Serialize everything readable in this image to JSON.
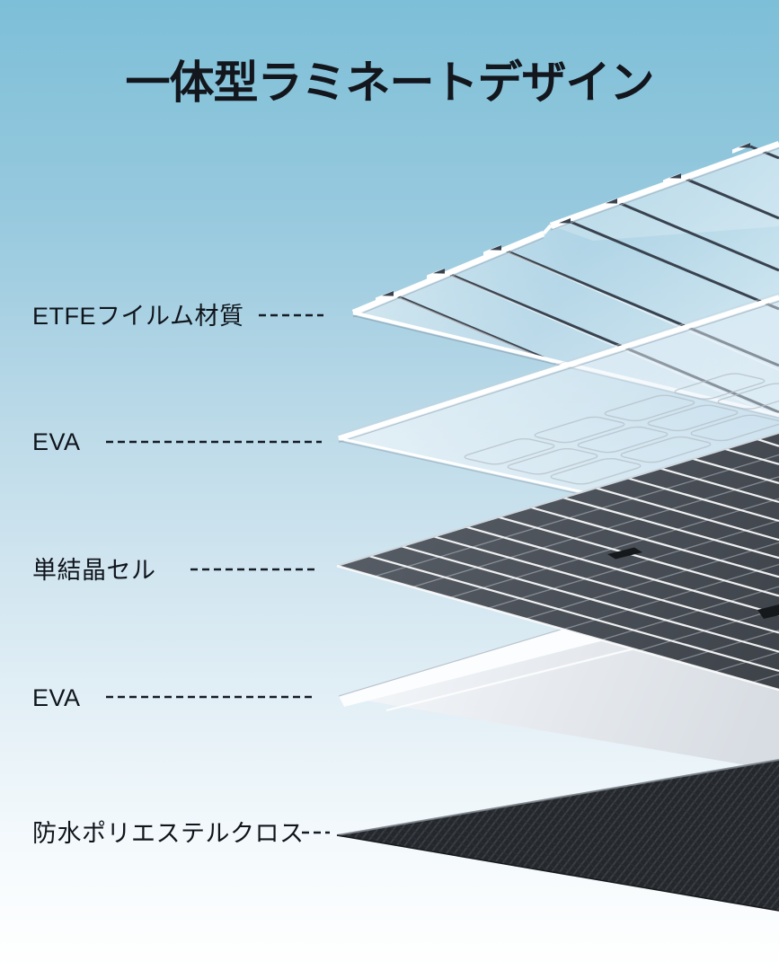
{
  "title": "一体型ラミネートデザイン",
  "diagram": {
    "type": "layer-stack-exploded-view",
    "layer_count": 5,
    "order": "top-to-bottom"
  },
  "layers": [
    {
      "name": "etfe-film",
      "label": "ETFEフイルム材質"
    },
    {
      "name": "eva-top",
      "label": "EVA"
    },
    {
      "name": "solar-cell",
      "label": "単結晶セル"
    },
    {
      "name": "eva-bottom",
      "label": "EVA"
    },
    {
      "name": "waterproof-cloth",
      "label": "防水ポリエステルクロス"
    }
  ],
  "colors": {
    "sky_top": "#7dbfd8",
    "sky_bottom": "#ffffff",
    "text": "#10151c",
    "leader_dash": "#161c26",
    "cell_dark": "#474d55",
    "cloth_black": "#26292d",
    "layer_edge_white": "#ffffff"
  }
}
